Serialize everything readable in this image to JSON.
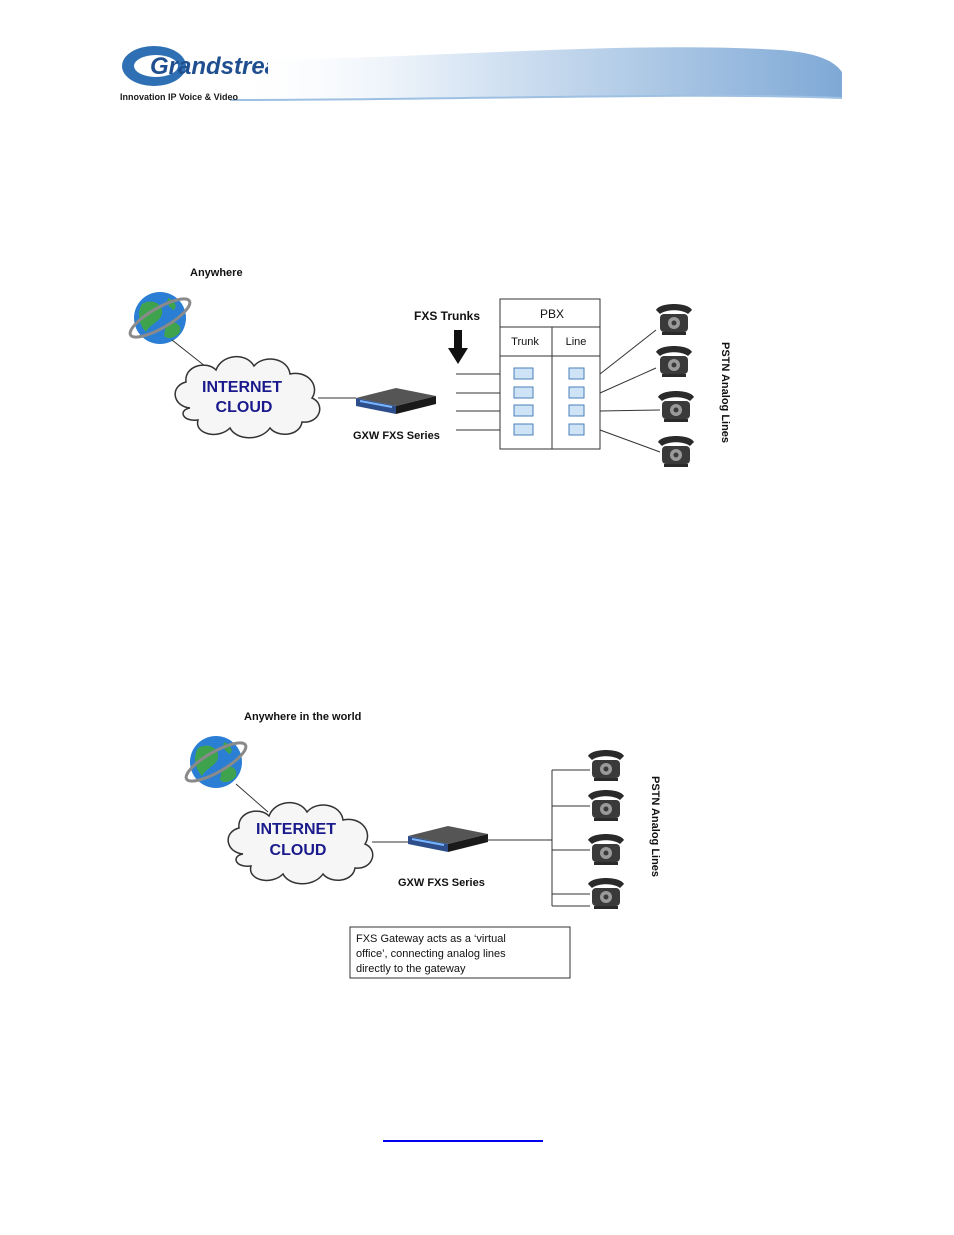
{
  "header": {
    "brand": "Grandstream",
    "tagline": "Innovation IP Voice & Video"
  },
  "diagram1": {
    "location_label": "Anywhere",
    "cloud_line1": "INTERNET",
    "cloud_line2": "CLOUD",
    "device_label": "GXW FXS Series",
    "trunks_label": "FXS Trunks",
    "pbx_title": "PBX",
    "pbx_col_trunk": "Trunk",
    "pbx_col_line": "Line",
    "pstn_label": "PSTN Analog Lines"
  },
  "diagram2": {
    "location_label": "Anywhere in the world",
    "cloud_line1": "INTERNET",
    "cloud_line2": "CLOUD",
    "device_label": "GXW FXS Series",
    "pstn_label": "PSTN Analog Lines",
    "note_line1": "FXS Gateway acts as a ‘virtual",
    "note_line2": "office’, connecting analog lines",
    "note_line3": "directly to the gateway"
  },
  "colors": {
    "banner_blue": "#2f6fb3",
    "cloud_text": "#1a1a8c",
    "globe_ocean": "#2a7fd4",
    "globe_land": "#3fa34d"
  }
}
